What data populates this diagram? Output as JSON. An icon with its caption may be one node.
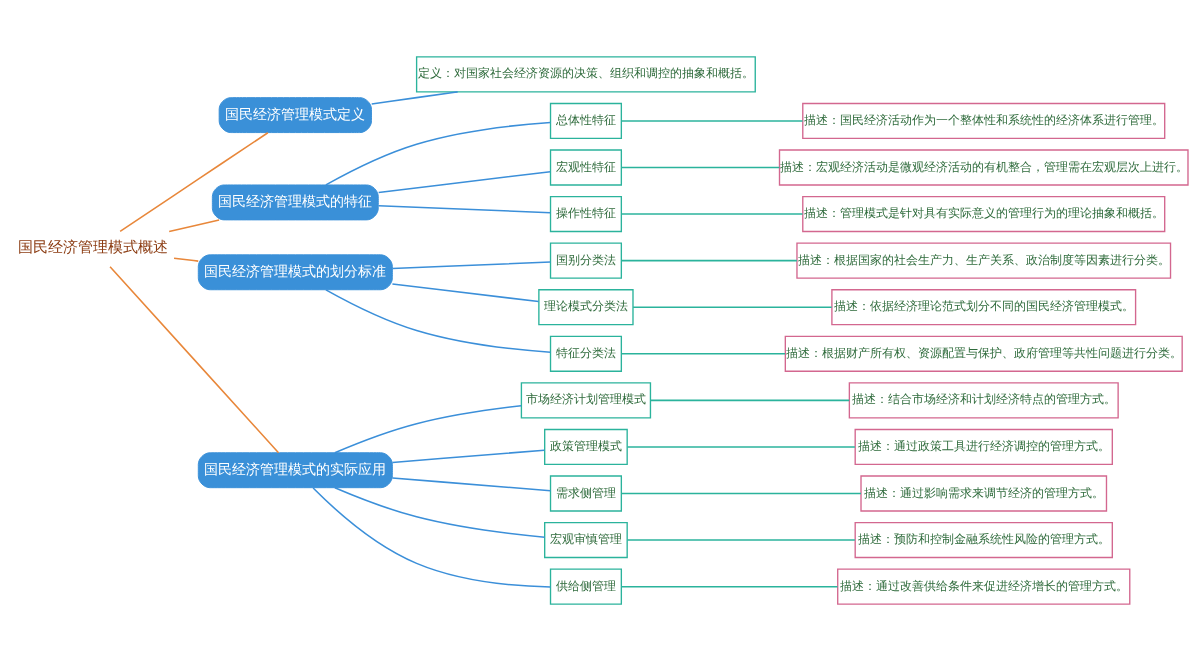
{
  "diagram": {
    "nodes": [
      {
        "text": [
          "国民经济管理模式概述"
        ]
      },
      {
        "text": [
          "国民经济管理模式定义"
        ]
      },
      {
        "text": [
          "定义：对国家社会经济资源的决策、组织和调控的抽象和概括。"
        ]
      },
      {
        "text": [
          "国民经济管理模式的特征"
        ]
      },
      {
        "text": [
          "总体性特征"
        ]
      },
      {
        "text": [
          "描述：国民经济活动作为一个整体性和系统性的经济体系进行管理。"
        ]
      },
      {
        "text": [
          "宏观性特征"
        ]
      },
      {
        "text": [
          "描述：宏观经济活动是微观经济活动的有机整合，管理需在宏观层次上进行。"
        ]
      },
      {
        "text": [
          "操作性特征"
        ]
      },
      {
        "text": [
          "描述：管理模式是针对具有实际意义的管理行为的理论抽象和概括。"
        ]
      },
      {
        "text": [
          "国民经济管理模式的划分标准"
        ]
      },
      {
        "text": [
          "国别分类法"
        ]
      },
      {
        "text": [
          "描述：根据国家的社会生产力、生产关系、政治制度等因素进行分类。"
        ]
      },
      {
        "text": [
          "理论模式分类法"
        ]
      },
      {
        "text": [
          "描述：依据经济理论范式划分不同的国民经济管理模式。"
        ]
      },
      {
        "text": [
          "特征分类法"
        ]
      },
      {
        "text": [
          "描述：根据财产所有权、资源配置与保护、政府管理等共性问题进行分类。"
        ]
      },
      {
        "text": [
          "国民经济管理模式的实际应用"
        ]
      },
      {
        "text": [
          "市场经济计划管理模式"
        ]
      },
      {
        "text": [
          "描述：结合市场经济和计划经济特点的管理方式。"
        ]
      },
      {
        "text": [
          "政策管理模式"
        ]
      },
      {
        "text": [
          "描述：通过政策工具进行经济调控的管理方式。"
        ]
      },
      {
        "text": [
          "需求侧管理"
        ]
      },
      {
        "text": [
          "描述：通过影响需求来调节经济的管理方式。"
        ]
      },
      {
        "text": [
          "宏观审慎管理"
        ]
      },
      {
        "text": [
          "描述：预防和控制金融系统性风险的管理方式。"
        ]
      },
      {
        "text": [
          "供给侧管理"
        ]
      },
      {
        "text": [
          "描述：通过改善供给条件来促进经济增长的管理方式。"
        ]
      }
    ],
    "edges": [
      {
        "from": 0,
        "to": 1,
        "arrow": "none",
        "color": "#e8873a"
      },
      {
        "from": 0,
        "to": 3,
        "arrow": "none",
        "color": "#e8873a"
      },
      {
        "from": 0,
        "to": 10,
        "arrow": "none",
        "color": "#e8873a"
      },
      {
        "from": 0,
        "to": 17,
        "arrow": "none",
        "color": "#e8873a"
      },
      {
        "from": 1,
        "to": 2,
        "arrow": "none"
      },
      {
        "from": 3,
        "to": 4,
        "arrow": "none"
      },
      {
        "from": 4,
        "to": 5,
        "arrow": "none",
        "color": "#2bb39c"
      },
      {
        "from": 3,
        "to": 6,
        "arrow": "none"
      },
      {
        "from": 6,
        "to": 7,
        "arrow": "none",
        "color": "#2bb39c"
      },
      {
        "from": 3,
        "to": 8,
        "arrow": "none"
      },
      {
        "from": 8,
        "to": 9,
        "arrow": "none",
        "color": "#2bb39c"
      },
      {
        "from": 10,
        "to": 11,
        "arrow": "none"
      },
      {
        "from": 11,
        "to": 12,
        "arrow": "none",
        "color": "#2bb39c"
      },
      {
        "from": 10,
        "to": 13,
        "arrow": "none"
      },
      {
        "from": 13,
        "to": 14,
        "arrow": "none",
        "color": "#2bb39c"
      },
      {
        "from": 10,
        "to": 15,
        "arrow": "none"
      },
      {
        "from": 15,
        "to": 16,
        "arrow": "none",
        "color": "#2bb39c"
      },
      {
        "from": 17,
        "to": 18,
        "arrow": "none"
      },
      {
        "from": 18,
        "to": 19,
        "arrow": "none",
        "color": "#2bb39c"
      },
      {
        "from": 17,
        "to": 20,
        "arrow": "none"
      },
      {
        "from": 20,
        "to": 21,
        "arrow": "none",
        "color": "#2bb39c"
      },
      {
        "from": 17,
        "to": 22,
        "arrow": "none"
      },
      {
        "from": 22,
        "to": 23,
        "arrow": "none",
        "color": "#2bb39c"
      },
      {
        "from": 17,
        "to": 24,
        "arrow": "none"
      },
      {
        "from": 24,
        "to": 25,
        "arrow": "none",
        "color": "#2bb39c"
      },
      {
        "from": 17,
        "to": 26,
        "arrow": "none"
      },
      {
        "from": 26,
        "to": 27,
        "arrow": "none",
        "color": "#2bb39c"
      }
    ]
  }
}
